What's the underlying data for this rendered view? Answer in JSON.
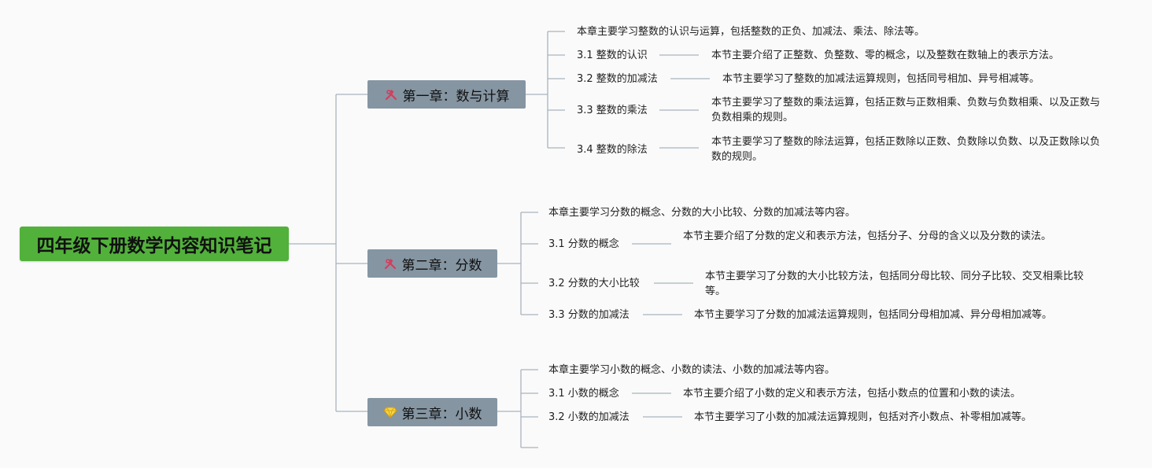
{
  "root": {
    "title": "四年级下册数学内容知识笔记"
  },
  "chapters": [
    {
      "title": "第一章：数与计算",
      "icon": "tools-icon",
      "summary": "本章主要学习整数的认识与运算，包括整数的正负、加减法、乘法、除法等。",
      "sections": [
        {
          "title": "3.1 整数的认识",
          "desc": "本节主要介绍了正整数、负整数、零的概念，以及整数在数轴上的表示方法。"
        },
        {
          "title": "3.2 整数的加减法",
          "desc": "本节主要学习了整数的加减法运算规则，包括同号相加、异号相减等。"
        },
        {
          "title": "3.3 整数的乘法",
          "desc": "本节主要学习了整数的乘法运算，包括正数与正数相乘、负数与负数相乘、以及正数与负数相乘的规则。"
        },
        {
          "title": "3.4 整数的除法",
          "desc": "本节主要学习了整数的除法运算，包括正数除以正数、负数除以负数、以及正数除以负数的规则。"
        }
      ]
    },
    {
      "title": "第二章：分数",
      "icon": "tools-icon",
      "summary": "本章主要学习分数的概念、分数的大小比较、分数的加减法等内容。",
      "sections": [
        {
          "title": "3.1 分数的概念",
          "desc": "本节主要介绍了分数的定义和表示方法，包括分子、分母的含义以及分数的读法。"
        },
        {
          "title": "3.2 分数的大小比较",
          "desc": "本节主要学习了分数的大小比较方法，包括同分母比较、同分子比较、交叉相乘比较等。"
        },
        {
          "title": "3.3 分数的加减法",
          "desc": "本节主要学习了分数的加减法运算规则，包括同分母相加减、异分母相加减等。"
        }
      ]
    },
    {
      "title": "第三章：小数",
      "icon": "diamond-icon",
      "summary": "本章主要学习小数的概念、小数的读法、小数的加减法等内容。",
      "sections": [
        {
          "title": "3.1 小数的概念",
          "desc": "本节主要介绍了小数的定义和表示方法，包括小数点的位置和小数的读法。"
        },
        {
          "title": "3.2 小数的加减法",
          "desc": "本节主要学习了小数的加减法运算规则，包括对齐小数点、补零相加减等。"
        }
      ]
    }
  ],
  "colors": {
    "root": "#52b13b",
    "chapter": "#8595a2",
    "line": "#a9b3bd"
  }
}
